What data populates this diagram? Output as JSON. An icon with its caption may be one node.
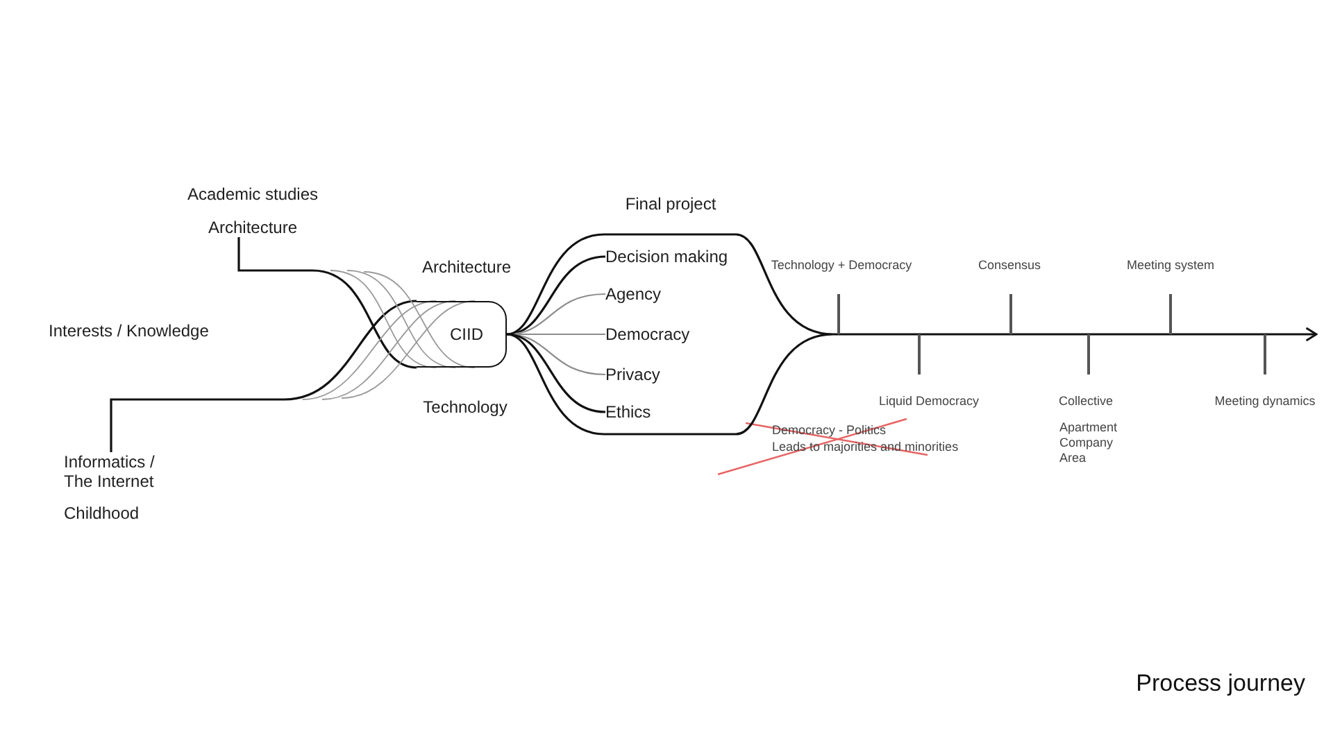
{
  "diagram": {
    "title": "Process journey",
    "nodes": [
      {
        "text": [
          "Academic studies",
          "Architecture"
        ]
      },
      {
        "text": [
          "Informatics / The Internet",
          "Childhood"
        ]
      },
      {
        "text": [
          "CIID"
        ]
      },
      {
        "text": [
          "Final project"
        ]
      },
      {
        "text": [
          "Decision making"
        ],
        "in": 3
      },
      {
        "text": [
          "Agency"
        ],
        "in": 3
      },
      {
        "text": [
          "Democracy"
        ],
        "in": 3
      },
      {
        "text": [
          "Privacy"
        ],
        "in": 3
      },
      {
        "text": [
          "Ethics"
        ],
        "in": 3
      }
    ],
    "edges": [
      {
        "from": 0,
        "to": 2,
        "arrow": "none"
      },
      {
        "from": 1,
        "to": 2,
        "arrow": "none"
      },
      {
        "from": 2,
        "to": 4,
        "arrow": "none"
      },
      {
        "from": 2,
        "to": 5,
        "arrow": "none",
        "color": "#8c8c8c"
      },
      {
        "from": 2,
        "to": 6,
        "arrow": "none",
        "color": "#8c8c8c"
      },
      {
        "from": 2,
        "to": 7,
        "arrow": "none",
        "color": "#8c8c8c"
      },
      {
        "from": 2,
        "to": 8,
        "arrow": "none"
      },
      {
        "from": 3,
        "to": null,
        "arrow": "to"
      }
    ],
    "labels": [
      "Interests / Knowledge",
      "Architecture",
      "Technology",
      "Technology + Democracy",
      "Consensus",
      "Meeting system",
      "Liquid Democracy",
      "Collective",
      "Meeting dynamics",
      "Democracy - Politics",
      "Leads to majorities and minorities",
      "Apartment",
      "Company",
      "Area"
    ]
  }
}
